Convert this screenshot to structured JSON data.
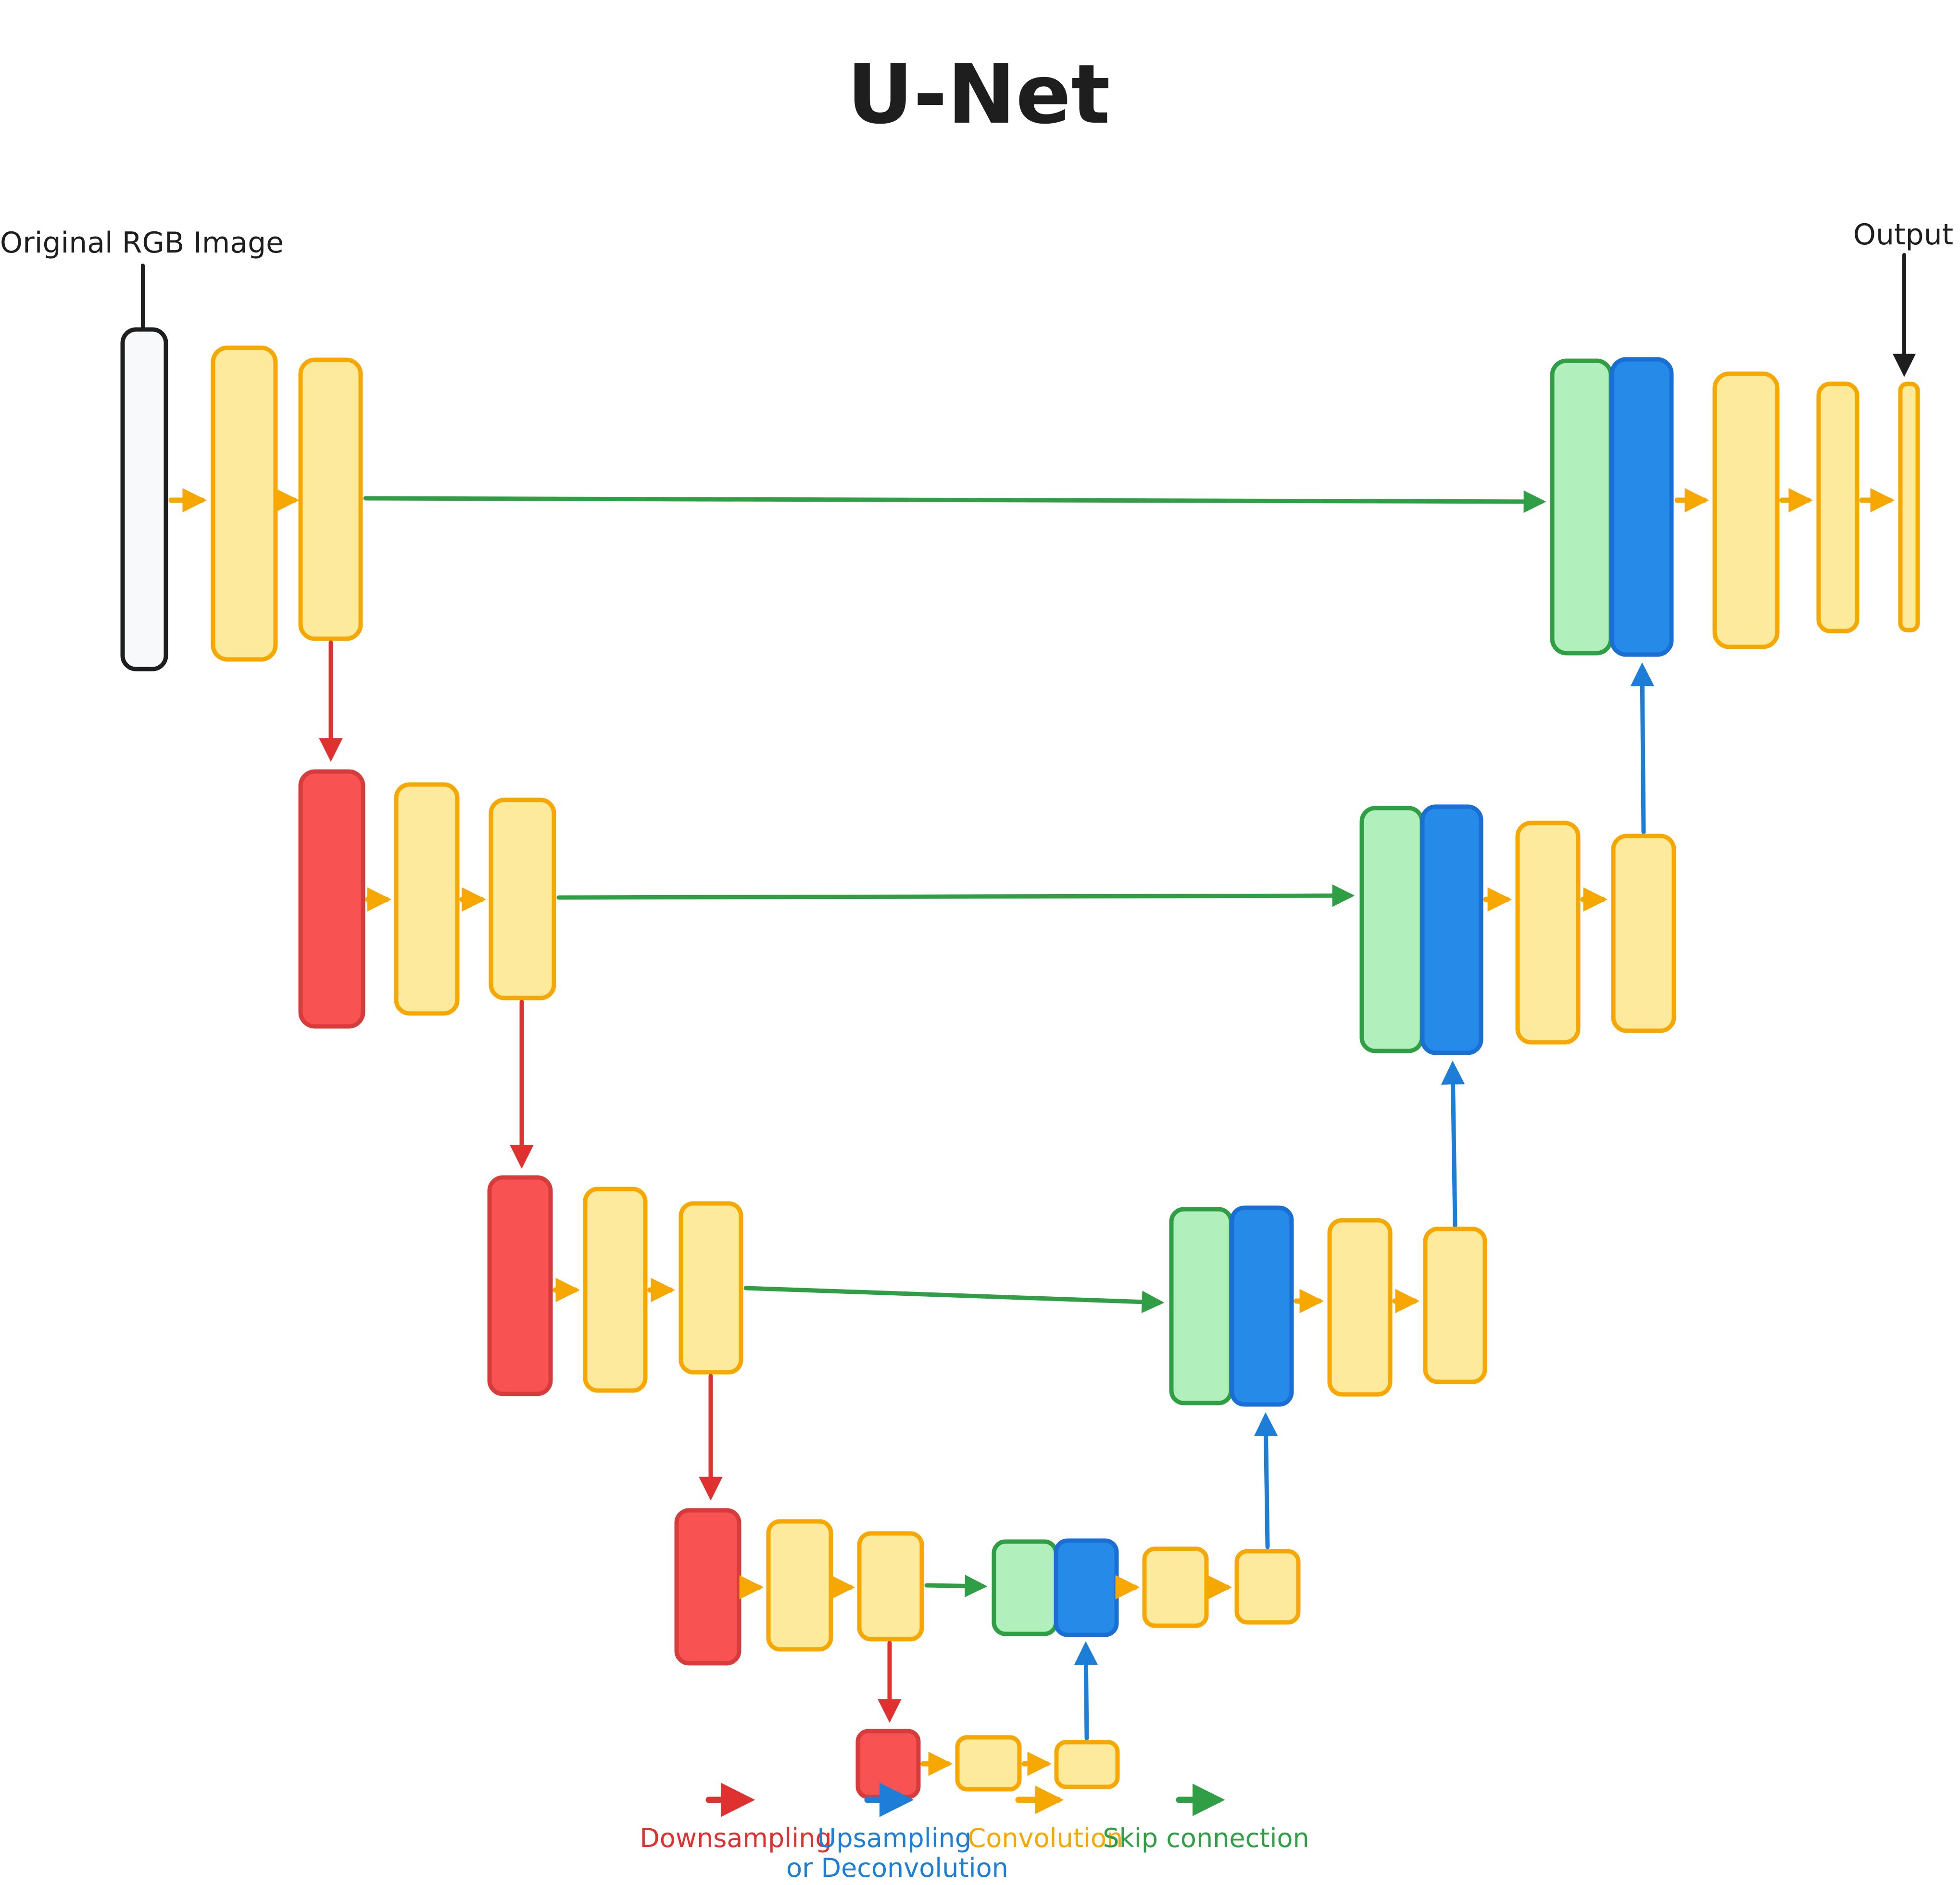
{
  "title": "U-Net",
  "labels": {
    "input": "Original RGB Image",
    "output": "Output"
  },
  "legend": {
    "items": [
      {
        "label": "Downsampling",
        "color": "#E03131",
        "icon": "downsampling-arrow-icon"
      },
      {
        "label": "Upsampling or Deconvolution",
        "lines": [
          "Upsampling",
          "or Deconvolution"
        ],
        "color": "#1C7ED6",
        "icon": "upsampling-arrow-icon"
      },
      {
        "label": "Convolution",
        "color": "#F6A700",
        "icon": "convolution-arrow-icon"
      },
      {
        "label": "Skip connection",
        "color": "#2F9E44",
        "icon": "skip-connection-arrow-icon"
      }
    ]
  },
  "palette": {
    "yellow_fill": "#FDEA9C",
    "yellow_stroke": "#F6A700",
    "red_fill": "#F95252",
    "red_stroke": "#D63C3C",
    "green_fill": "#B1F0BC",
    "green_stroke": "#2F9E44",
    "blue_fill": "#268BE8",
    "blue_stroke": "#1A6FD4",
    "input_fill": "#F8F9FA",
    "ink": "#1E1E1E",
    "arrow_red": "#E03131",
    "arrow_blue": "#1C7ED6",
    "arrow_orange": "#F6A700",
    "arrow_green": "#2F9E44"
  },
  "diagram": {
    "type": "diagram",
    "description": "U-Net encoder-decoder architecture with 5 resolution levels; block height shrinks with depth",
    "block_meaning": {
      "white": "original input image",
      "yellow": "convolution feature map",
      "red": "downsampled feature map",
      "green": "skip-connection concatenated features",
      "blue": "upsampled / deconvolved feature map"
    },
    "levels": [
      {
        "level": 1,
        "encoder_blocks": [
          "original-rgb-image",
          "conv",
          "conv"
        ],
        "decoder_blocks": [
          "skip-concat",
          "upsample",
          "conv",
          "conv",
          "output"
        ]
      },
      {
        "level": 2,
        "encoder_blocks": [
          "downsample",
          "conv",
          "conv"
        ],
        "decoder_blocks": [
          "skip-concat",
          "upsample",
          "conv",
          "conv"
        ]
      },
      {
        "level": 3,
        "encoder_blocks": [
          "downsample",
          "conv",
          "conv"
        ],
        "decoder_blocks": [
          "skip-concat",
          "upsample",
          "conv",
          "conv"
        ]
      },
      {
        "level": 4,
        "encoder_blocks": [
          "downsample",
          "conv",
          "conv"
        ],
        "decoder_blocks": [
          "skip-concat",
          "upsample",
          "conv",
          "conv"
        ]
      },
      {
        "level": 5,
        "bottleneck_blocks": [
          "downsample",
          "conv",
          "conv"
        ]
      }
    ],
    "connections": [
      "downsampling arrows (red) from each encoder level to the next deeper level",
      "upsampling arrows (blue) from each deeper level to the decoder blue block above",
      "convolution arrows (orange) between adjacent blocks within a level",
      "skip connection arrows (green) from encoder conv output to decoder concat block at same level"
    ]
  }
}
